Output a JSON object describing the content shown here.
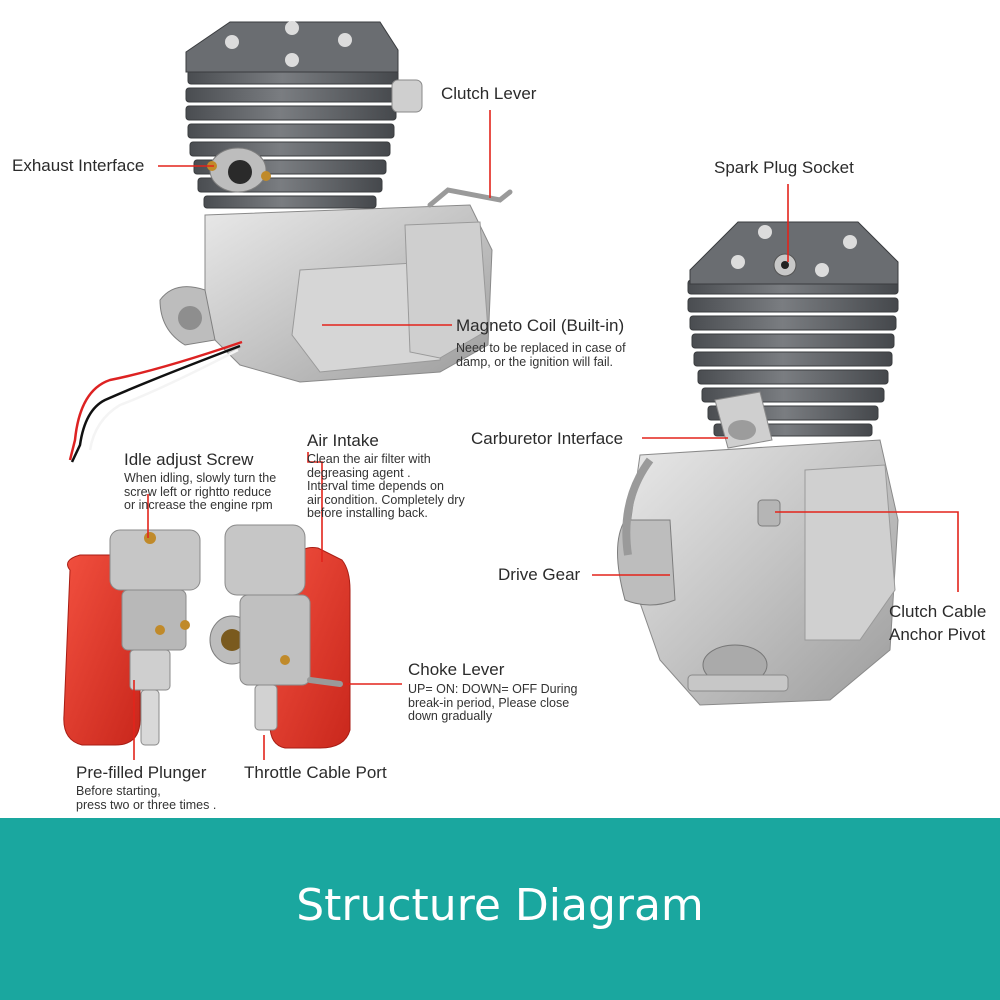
{
  "colors": {
    "banner": "#1aa79f",
    "leader": "#e3241b",
    "cover_red": "#e8362a",
    "aluminum": "#c9c9c9",
    "cylinder_dark": "#5c5f63"
  },
  "labels": {
    "clutch_lever": "Clutch Lever",
    "exhaust_interface": "Exhaust Interface",
    "spark_plug_socket": "Spark Plug Socket",
    "magneto_coil": "Magneto Coil (Built-in)",
    "magneto_note": "Need to be replaced in case of\ndamp, or the ignition will fail.",
    "air_intake": "Air Intake",
    "air_intake_note": "Clean the air filter with\ndegreasing agent .\nInterval time depends on\nair condition.  Completely dry\nbefore installing back.",
    "idle_screw": "Idle adjust Screw",
    "idle_screw_note": "When idling, slowly turn the\nscrew left or rightto reduce\nor increase the engine rpm",
    "carburetor_interface": "Carburetor Interface",
    "drive_gear": "Drive Gear",
    "clutch_cable_pivot": "Clutch Cable\nAnchor Pivot",
    "choke_lever": "Choke Lever",
    "choke_note": "UP= ON: DOWN= OFF During\nbreak-in period, Please close\ndown gradually",
    "prefilled_plunger": "Pre-filled Plunger",
    "plunger_note": "Before starting,\npress two or three times .",
    "throttle_cable_port": "Throttle Cable Port"
  },
  "banner": {
    "title": "Structure Diagram"
  }
}
